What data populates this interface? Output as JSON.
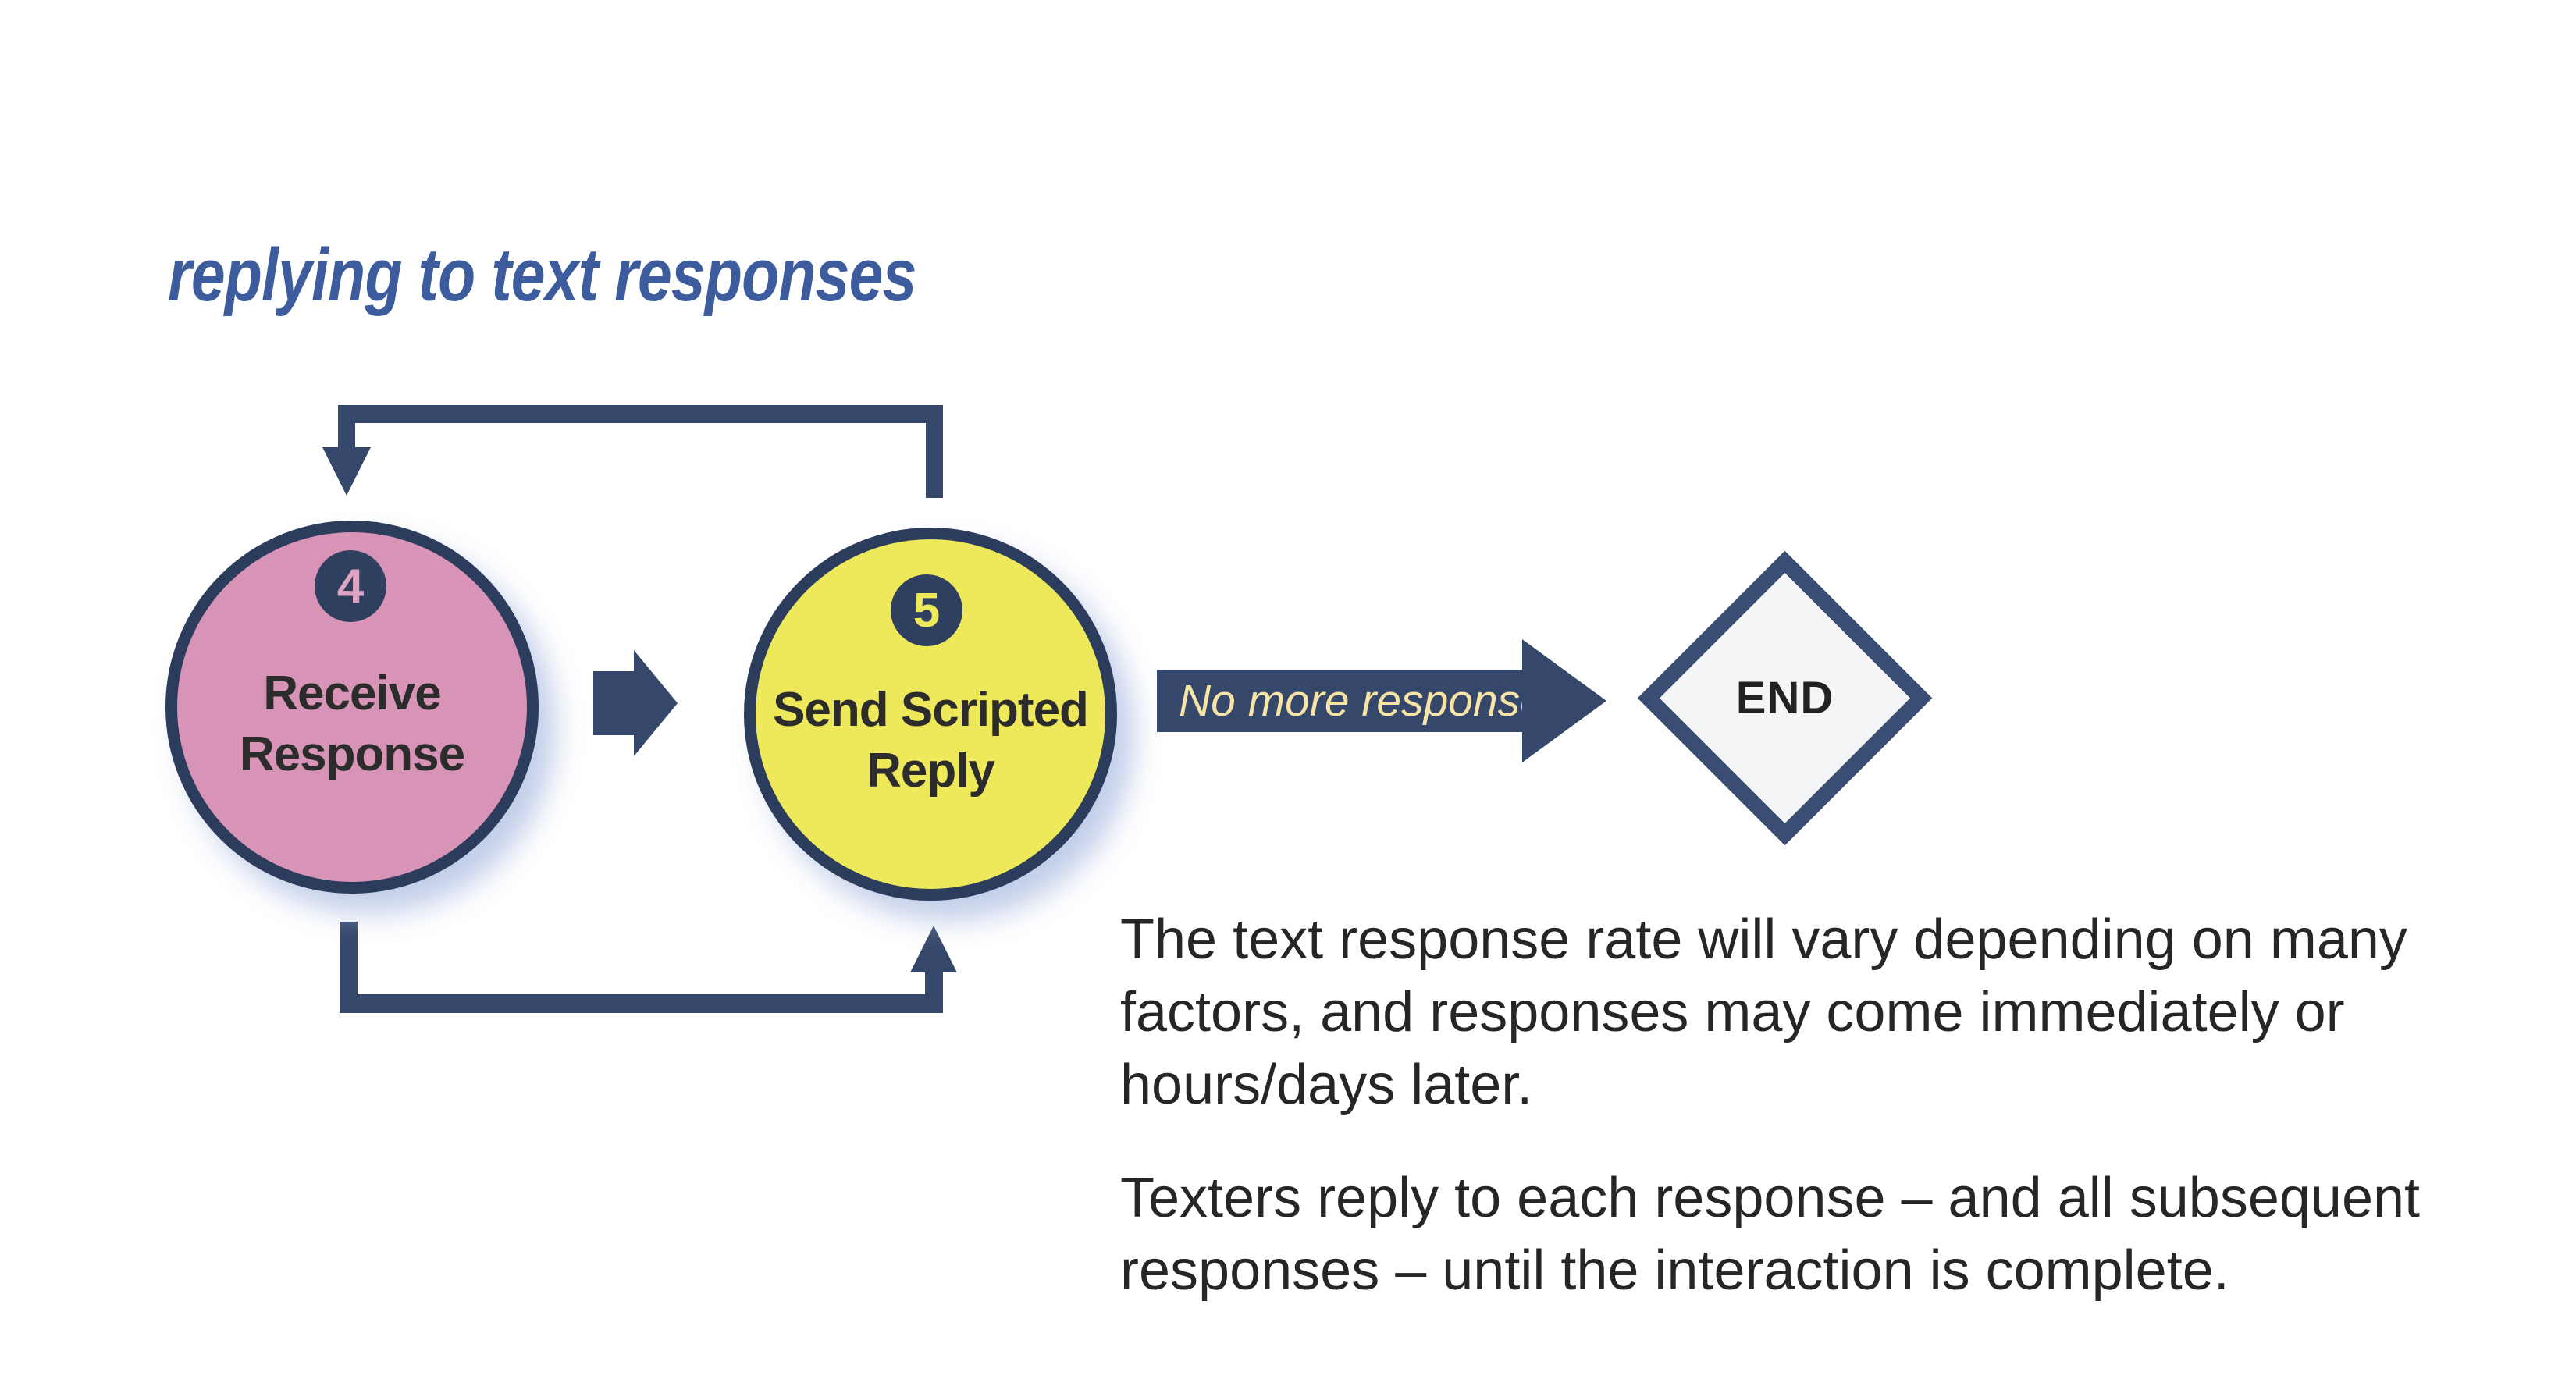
{
  "title": "replying to text responses",
  "steps": {
    "receive": {
      "number": "4",
      "label": [
        "Receive",
        "Response"
      ]
    },
    "send": {
      "number": "5",
      "label": [
        "Send Scripted",
        "Reply"
      ]
    }
  },
  "transition": {
    "label": "No more responses"
  },
  "end": {
    "label": "END"
  },
  "notes": {
    "p1": [
      "The text response rate will vary depending on many",
      "factors, and responses may come immediately or",
      "hours/days later."
    ],
    "p2": [
      "Texters reply to each response – and all subsequent",
      "responses – until the interaction is complete."
    ]
  },
  "colors": {
    "navy_arrow": "#35486B",
    "circle_ring": "#2C3C5C",
    "badge_navy": "#2F3F60",
    "pink_fill": "#D794B7",
    "pink_number": "#DFA3C3",
    "yellow_fill": "#EEE85B",
    "title_blue": "#3D5C9E",
    "body_text": "#262626",
    "transition_text": "#F8E5A5",
    "diamond_border": "#3A4E73",
    "diamond_fill": "#F4F5F7",
    "end_text": "#222222",
    "shadow": "#ADBEE2"
  }
}
